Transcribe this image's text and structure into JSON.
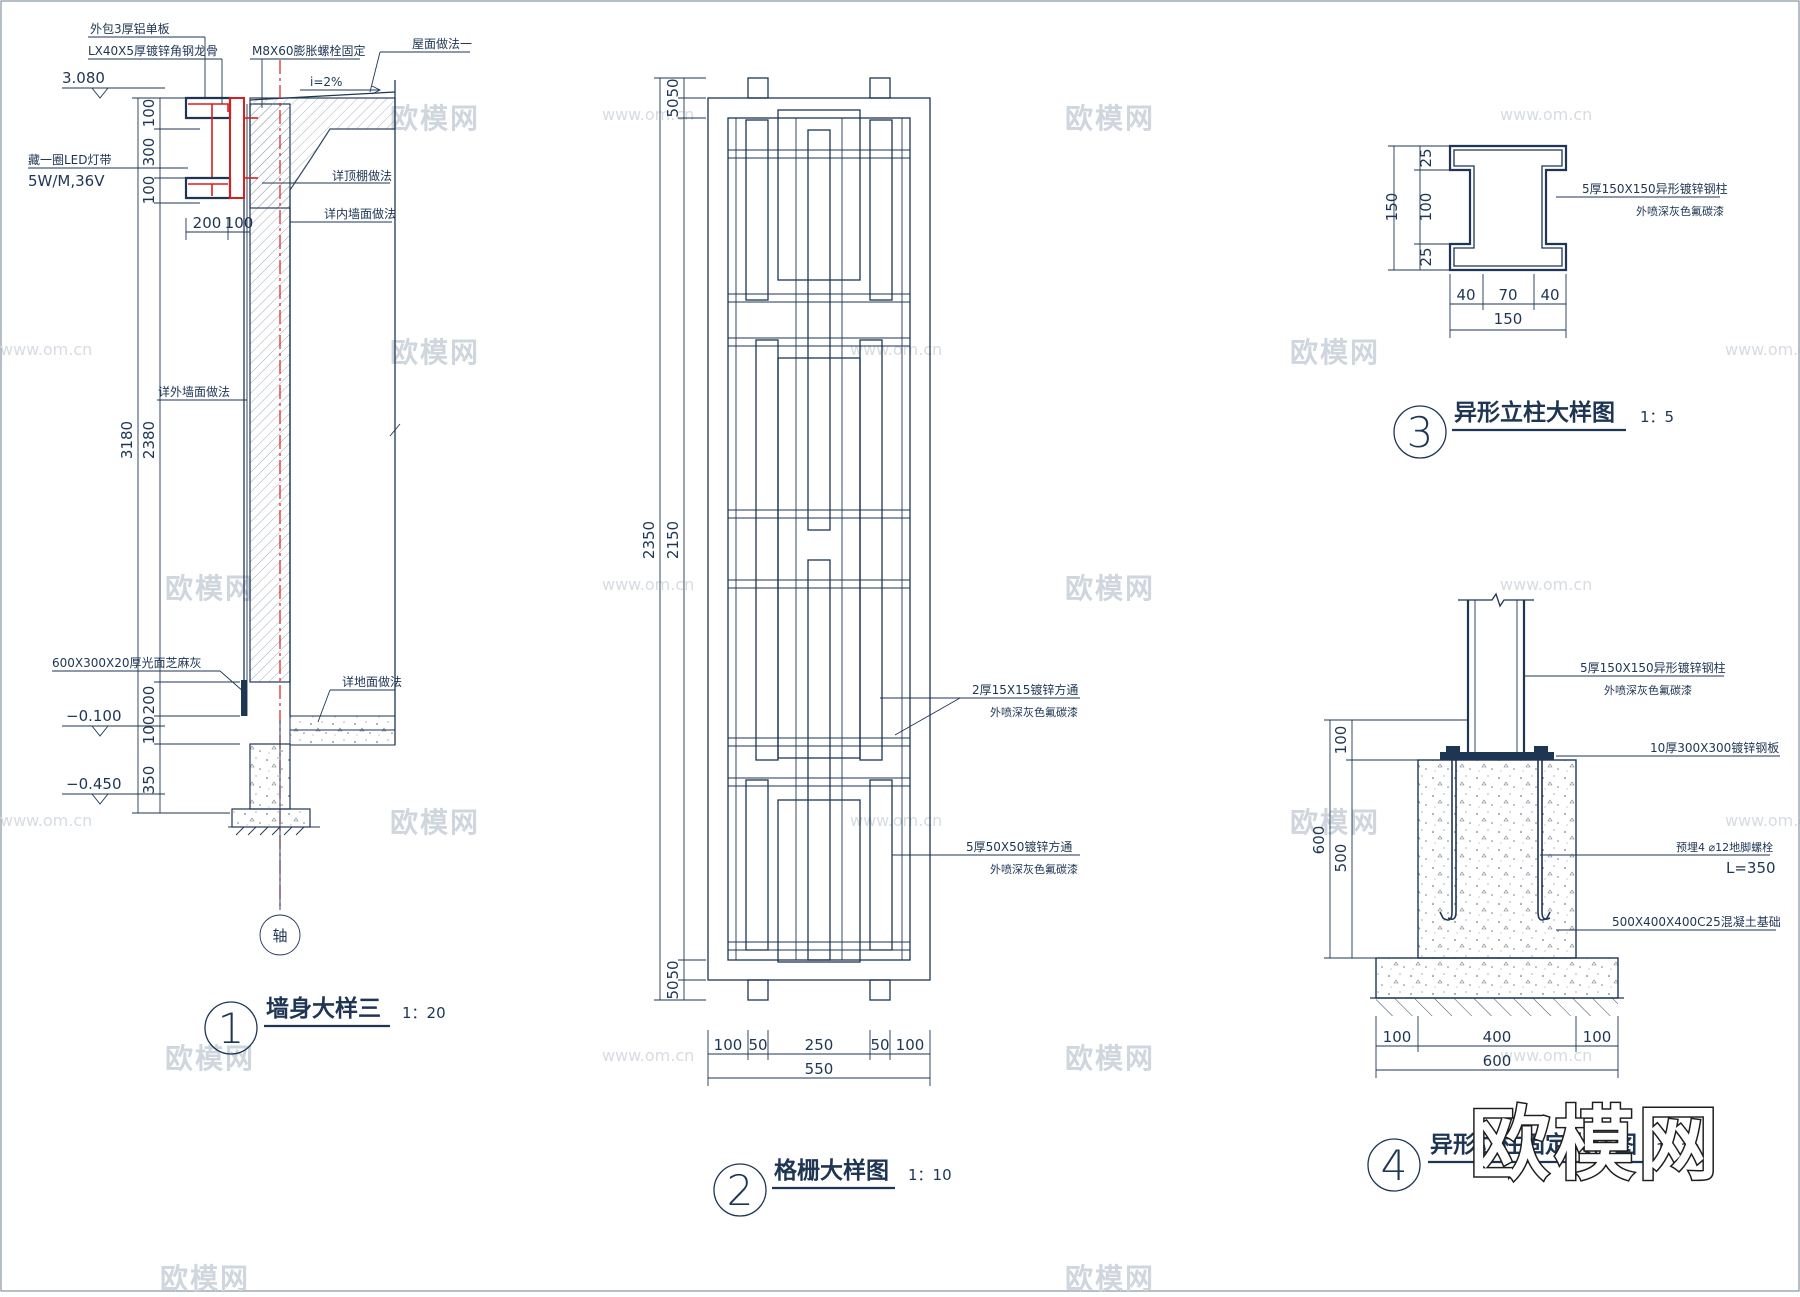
{
  "watermark": {
    "brand": "欧模网",
    "site": "www.om.cn"
  },
  "detail1": {
    "num": "1",
    "title": "墙身大样三",
    "scale": "1：20",
    "elev_top": "3.080",
    "elev_mid": "−0.100",
    "elev_bot": "−0.450",
    "label_cladding": "外包3厚铝单板",
    "label_angle": "LX40X5厚镀锌角钢龙骨",
    "label_bolt": "M8X60膨胀螺栓固定",
    "label_roof": "屋面做法一",
    "slope": "i=2%",
    "label_led1": "藏一圈LED灯带",
    "label_led2": "5W/M,36V",
    "label_ceiling": "详顶棚做法",
    "label_inwall": "详内墙面做法",
    "label_outwall": "详外墙面做法",
    "label_stone": "600X300X20厚光面芝麻灰",
    "label_floor": "详地面做法",
    "axis_label": "轴",
    "dims_left": [
      "100",
      "300",
      "100",
      "2380",
      "200",
      "100",
      "350"
    ],
    "dim_total": "3180",
    "dims_bottom": [
      "200",
      "100"
    ]
  },
  "detail2": {
    "num": "2",
    "title": "格栅大样图",
    "scale": "1：10",
    "dims_left_top": [
      "50",
      "50"
    ],
    "dims_left_bot": [
      "50",
      "50"
    ],
    "dim_left_mid": "2150",
    "dim_left_total": "2350",
    "dims_bottom": [
      "100",
      "50",
      "250",
      "50",
      "100"
    ],
    "dim_bottom_total": "550",
    "note1a": "2厚15X15镀锌方通",
    "note1b": "外喷深灰色氟碳漆",
    "note2a": "5厚50X50镀锌方通",
    "note2b": "外喷深灰色氟碳漆"
  },
  "detail3": {
    "num": "3",
    "title": "异形立柱大样图",
    "scale": "1：5",
    "dims_right": [
      "25",
      "100",
      "25"
    ],
    "dim_total_v": "150",
    "dims_bottom": [
      "40",
      "70",
      "40"
    ],
    "dim_total_h": "150",
    "note_a": "5厚150X150异形镀锌钢柱",
    "note_b": "外喷深灰色氟碳漆"
  },
  "detail4": {
    "num": "4",
    "title": "异形立柱固定大样图",
    "scale": "1：10",
    "note_col_a": "5厚150X150异形镀锌钢柱",
    "note_col_b": "外喷深灰色氟碳漆",
    "note_plate": "10厚300X300镀锌钢板",
    "note_bolt_a": "预埋4 ⌀12地脚螺栓",
    "note_bolt_b": "L=350",
    "note_found": "500X400X400C25混凝土基础",
    "dims_left": [
      "100",
      "500"
    ],
    "dim_total": "600",
    "dims_bottom": [
      "100",
      "400",
      "100"
    ],
    "dim_bottom_total": "600"
  }
}
